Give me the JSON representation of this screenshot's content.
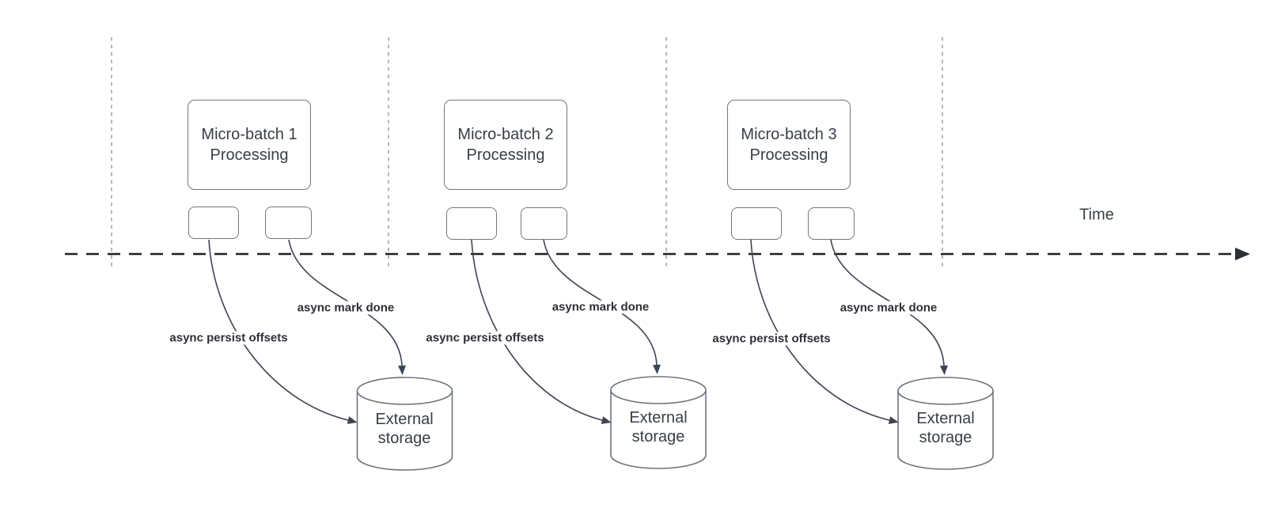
{
  "diagram": {
    "title_hint": "Micro-batch processing timeline with async offset persistence",
    "time_axis_label": "Time",
    "batches": [
      {
        "title": "Micro-batch 1 Processing",
        "persist_label": "async persist offsets",
        "done_label": "async mark done",
        "storage_label": "External storage"
      },
      {
        "title": "Micro-batch 2 Processing",
        "persist_label": "async persist offsets",
        "done_label": "async mark done",
        "storage_label": "External storage"
      },
      {
        "title": "Micro-batch 3 Processing",
        "persist_label": "async persist offsets",
        "done_label": "async mark done",
        "storage_label": "External storage"
      }
    ],
    "colors": {
      "background": "#ffffff",
      "axis_line": "#1f1f1f",
      "gridline": "#b3b6bb",
      "edge_stroke": "#3d4452",
      "shape_border": "#72777f",
      "text": "#383e47",
      "edge_label_text": "#2e2e38"
    }
  }
}
